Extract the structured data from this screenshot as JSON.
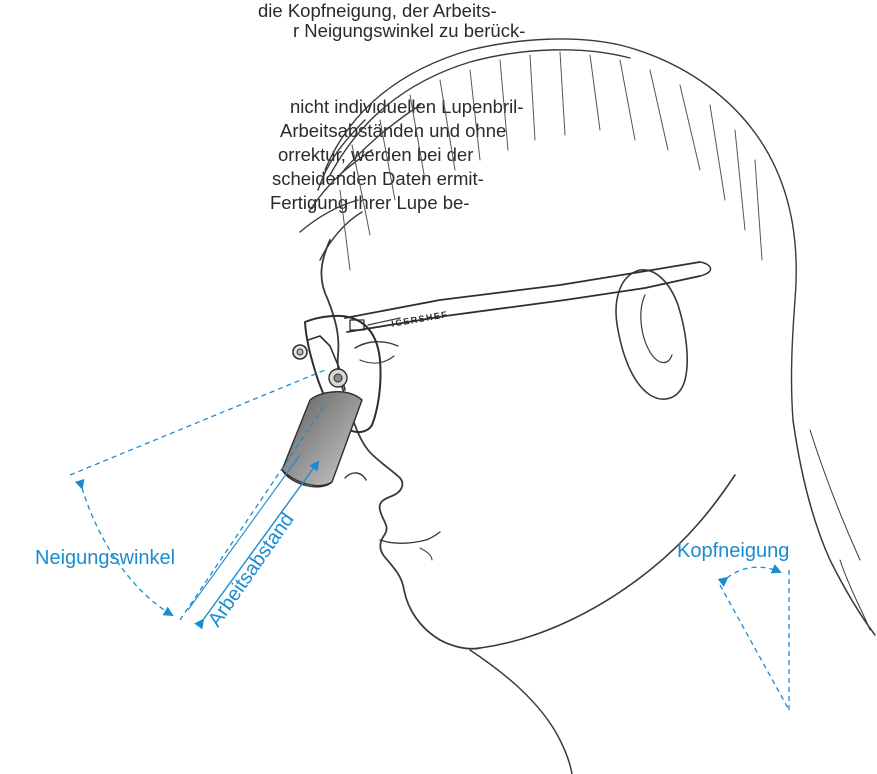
{
  "paragraph": {
    "line1": "die Kopfneigung, der Arbeits-",
    "line2": "r Neigungswinkel zu berück-",
    "line3": "nicht individuellen Lupenbril-",
    "line4": "Arbeitsabständen und ohne",
    "line5": "orrektur, werden bei der",
    "line6": "scheidenden Daten ermit-",
    "line7": "Fertigung Ihrer Lupe be-"
  },
  "labels": {
    "neigungswinkel": "Neigungswinkel",
    "arbeitsabstand": "Arbeitsabstand",
    "kopfneigung": "Kopfneigung"
  },
  "brand": {
    "temple_text": "ICERSHEF"
  },
  "colors": {
    "accent": "#1a8ccf",
    "ink": "#2b2b2b",
    "sketch": "#3a3a3a"
  }
}
